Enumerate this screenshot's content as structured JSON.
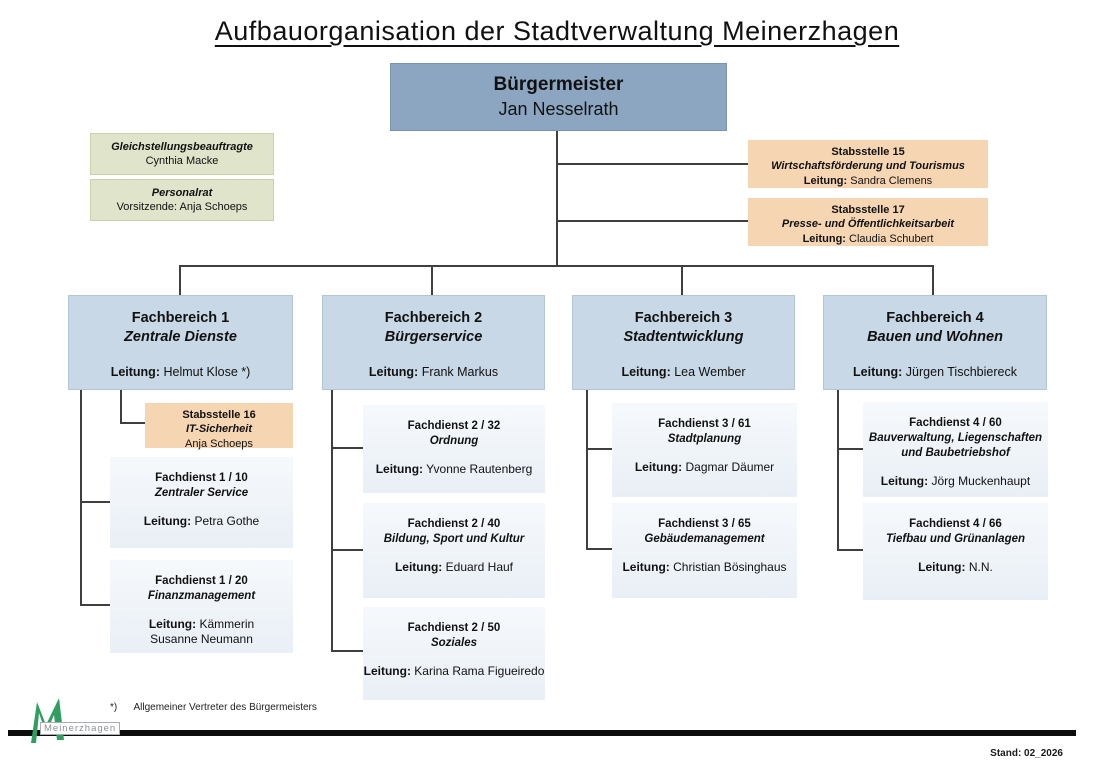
{
  "page": {
    "title": "Aufbauorganisation der Stadtverwaltung Meinerzhagen",
    "footnote_marker": "*)",
    "footnote_text": "Allgemeiner Vertreter des Bürgermeisters",
    "logo_text": "Meinerzhagen",
    "stand": "Stand: 02_2026"
  },
  "colors": {
    "head_fill": "#8CA6C2",
    "dept_fill": "#C8D8E6",
    "advisory_fill": "#DFE4CA",
    "stab_fill": "#F6D5B2",
    "unit_fill_top": "#F6F9FC",
    "unit_fill_bottom": "#E9EFF6",
    "line": "#3F3F3F",
    "logo_green": "#2F9E5F",
    "footer_bar": "#0D0D0D"
  },
  "org": {
    "head": {
      "title": "Bürgermeister",
      "name": "Jan Nesselrath"
    },
    "staff_left": [
      {
        "title": "Gleichstellungsbeauftragte",
        "name": "Cynthia Macke"
      },
      {
        "title": "Personalrat",
        "name": "Vorsitzende: Anja Schoeps"
      }
    ],
    "staff_right": [
      {
        "title": "Stabsstelle 15",
        "subtitle": "Wirtschaftsförderung und Tourismus",
        "leader_label": "Leitung:",
        "leader_name": "Sandra Clemens"
      },
      {
        "title": "Stabsstelle 17",
        "subtitle": "Presse- und Öffentlichkeitsarbeit",
        "leader_label": "Leitung:",
        "leader_name": "Claudia Schubert"
      }
    ],
    "departments": [
      {
        "title": "Fachbereich 1",
        "subtitle": "Zentrale Dienste",
        "leader_label": "Leitung:",
        "leader_name": "Helmut Klose *)",
        "staff": {
          "title": "Stabsstelle 16",
          "subtitle": "IT-Sicherheit",
          "name": "Anja Schoeps"
        },
        "units": [
          {
            "title": "Fachdienst 1 / 10",
            "subtitle": "Zentraler Service",
            "leader_label": "Leitung:",
            "leader_name": "Petra Gothe"
          },
          {
            "title": "Fachdienst 1 / 20",
            "subtitle": "Finanzmanagement",
            "leader_label": "Leitung:",
            "leader_name": "Kämmerin Susanne Neumann"
          }
        ]
      },
      {
        "title": "Fachbereich 2",
        "subtitle": "Bürgerservice",
        "leader_label": "Leitung:",
        "leader_name": "Frank Markus",
        "units": [
          {
            "title": "Fachdienst 2 / 32",
            "subtitle": "Ordnung",
            "leader_label": "Leitung:",
            "leader_name": "Yvonne Rautenberg"
          },
          {
            "title": "Fachdienst 2 / 40",
            "subtitle": "Bildung, Sport und Kultur",
            "leader_label": "Leitung:",
            "leader_name": "Eduard Hauf"
          },
          {
            "title": "Fachdienst 2 / 50",
            "subtitle": "Soziales",
            "leader_label": "Leitung:",
            "leader_name": "Karina Rama Figueiredo"
          }
        ]
      },
      {
        "title": "Fachbereich 3",
        "subtitle": "Stadtentwicklung",
        "leader_label": "Leitung:",
        "leader_name": "Lea Wember",
        "units": [
          {
            "title": "Fachdienst 3 / 61",
            "subtitle": "Stadtplanung",
            "leader_label": "Leitung:",
            "leader_name": "Dagmar Däumer"
          },
          {
            "title": "Fachdienst 3 / 65",
            "subtitle": "Gebäudemanagement",
            "leader_label": "Leitung:",
            "leader_name": "Christian Bösinghaus"
          }
        ]
      },
      {
        "title": "Fachbereich 4",
        "subtitle": "Bauen und Wohnen",
        "leader_label": "Leitung:",
        "leader_name": "Jürgen Tischbiereck",
        "units": [
          {
            "title": "Fachdienst 4 / 60",
            "subtitle": "Bauverwaltung, Liegenschaften und Baubetriebshof",
            "leader_label": "Leitung:",
            "leader_name": "Jörg Muckenhaupt"
          },
          {
            "title": "Fachdienst 4 / 66",
            "subtitle": "Tiefbau und Grünanlagen",
            "leader_label": "Leitung:",
            "leader_name": "N.N."
          }
        ]
      }
    ]
  }
}
